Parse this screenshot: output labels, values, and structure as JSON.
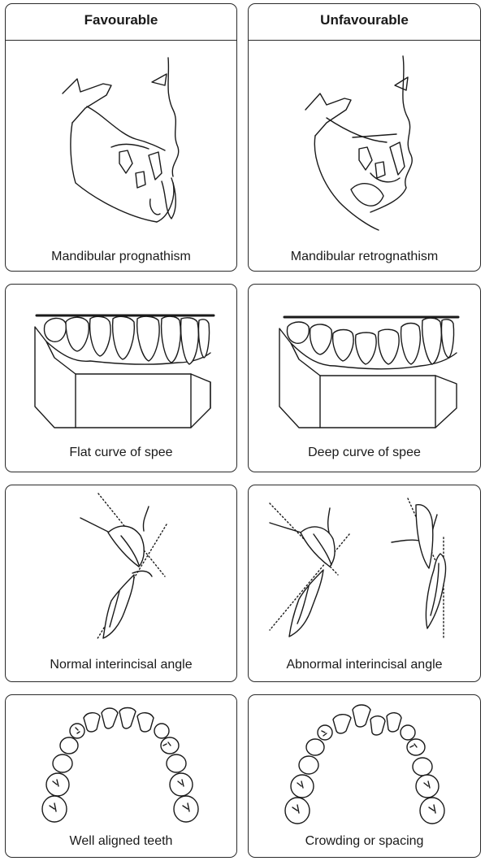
{
  "columns": {
    "left_header": "Favourable",
    "right_header": "Unfavourable"
  },
  "rows": [
    {
      "left": "Mandibular prognathism",
      "right": "Mandibular retrognathism"
    },
    {
      "left": "Flat curve of spee",
      "right": "Deep curve of spee"
    },
    {
      "left": "Normal interincisal angle",
      "right": "Abnormal interincisal angle"
    },
    {
      "left": "Well aligned teeth",
      "right": "Crowding or spacing"
    }
  ],
  "colors": {
    "stroke": "#1a1a1a",
    "border": "#2a2a2a",
    "background": "#ffffff"
  }
}
